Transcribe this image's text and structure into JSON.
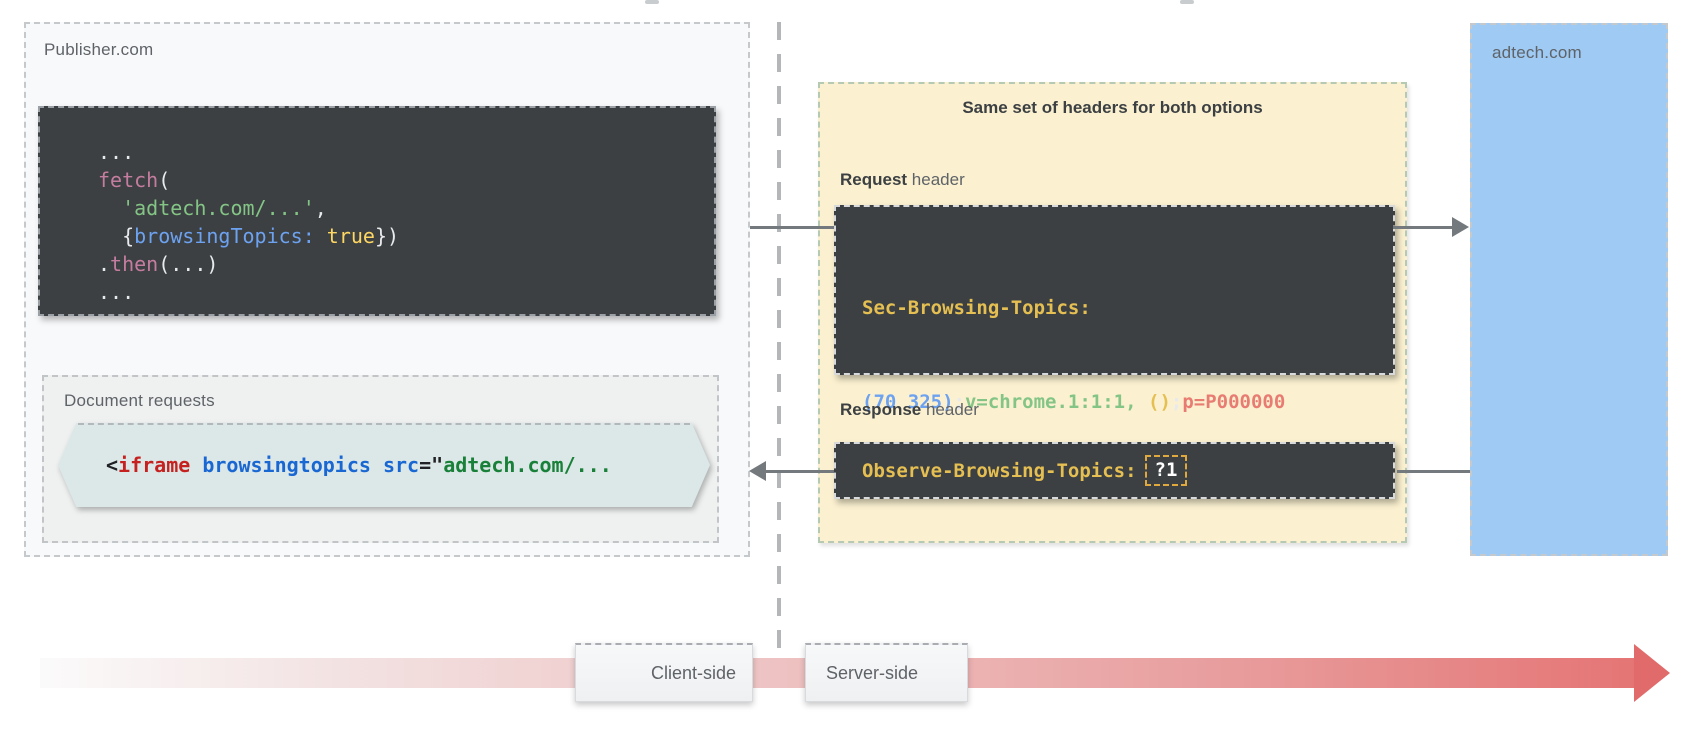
{
  "publisher": {
    "label": "Publisher.com",
    "fetch_code": {
      "l1": "...",
      "l2a": "fetch",
      "l2b": "(",
      "l3a": "  'adtech.com/...'",
      "l3b": ",",
      "l4a": "  {",
      "l4b": "browsingTopics:",
      "l4c": " ",
      "l4d": "true",
      "l4e": "})",
      "l5a": ".",
      "l5b": "then",
      "l5c": "(...)",
      "l6": "..."
    },
    "document_requests": {
      "label": "Document requests",
      "iframe_code": {
        "t1": "<",
        "t2": "iframe",
        "t3": " browsingtopics",
        "t4": " src",
        "t5": "=\"",
        "t6": "adtech.com/..."
      }
    }
  },
  "headers_panel": {
    "title": "Same set of headers for both options",
    "request": {
      "label_bold": "Request",
      "label_rest": " header",
      "header_name": "Sec-Browsing-Topics:",
      "value_tokens": {
        "v1": "(70 325)",
        "v2": ";",
        "v3": "v=chrome.1:1:1,",
        "v4": " ",
        "v5": "()",
        "v6": ";",
        "v7": "p=P000000"
      }
    },
    "response": {
      "label_bold": "Response",
      "label_rest": " header",
      "header_name": "Observe-Browsing-Topics:",
      "value": "?1"
    }
  },
  "adtech": {
    "label": "adtech.com"
  },
  "timeline": {
    "client_label": "Client-side",
    "server_label": "Server-side"
  },
  "colors": {
    "dark_box": "#3c4043",
    "headers_panel_bg": "#fbf1d0",
    "adtech_bg": "#9ecaf3",
    "hexagon_bg": "#dce7e7",
    "timeline_red": "#e57575",
    "token_pink": "#c57d9f",
    "token_green": "#84c586",
    "token_blue": "#6da2f0",
    "token_yellow": "#fdd663",
    "header_yellow": "#e6bf52",
    "header_red": "#e87c72"
  }
}
